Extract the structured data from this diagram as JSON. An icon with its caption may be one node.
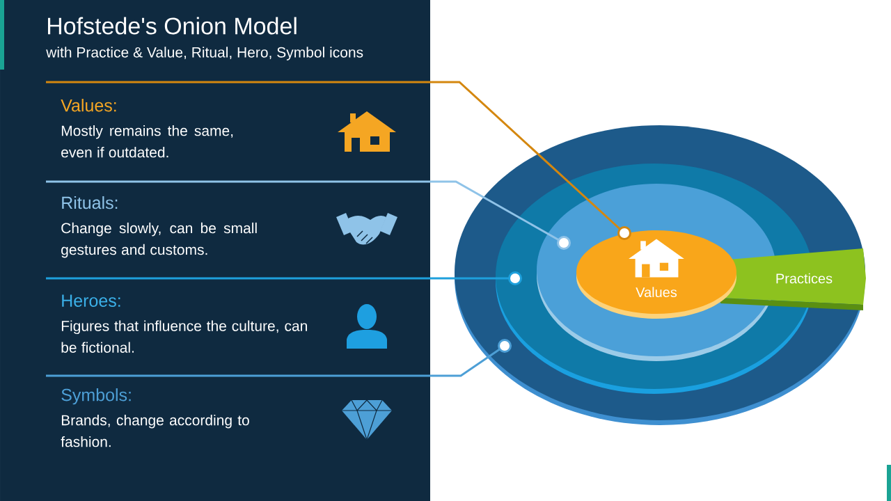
{
  "diagram": {
    "title": "Hofstede's Onion Model",
    "nodes": [
      {
        "text": [
          "Values:",
          "Mostly remains the same, even if outdated."
        ]
      },
      {
        "text": [
          "Rituals:",
          "Change slowly, can be small gestures and customs."
        ]
      },
      {
        "text": [
          "Heroes:",
          "Figures that influence the culture, can be fictional."
        ]
      },
      {
        "text": [
          "Symbols:",
          "Brands, change according to fashion."
        ]
      },
      {
        "text": [],
        "shape": "ellipse"
      },
      {
        "text": [],
        "shape": "ellipse",
        "in": 4
      },
      {
        "text": [],
        "shape": "ellipse",
        "in": 5
      },
      {
        "text": [
          "Values"
        ],
        "in": 6
      },
      {
        "text": [
          "Practices"
        ],
        "in": 4
      }
    ],
    "edges": [
      {
        "from": 0,
        "to": 7,
        "arrow": "other",
        "color": "#d4870f"
      },
      {
        "from": 1,
        "to": 6,
        "arrow": "other",
        "color": "#8fc3e8"
      },
      {
        "from": 2,
        "to": 5,
        "arrow": "other",
        "color": "#1ea0dc"
      },
      {
        "from": 3,
        "to": 4,
        "arrow": "other",
        "color": "#4d9fd6"
      }
    ],
    "labels": [
      "with Practice & Value, Ritual, Hero, Symbol icons"
    ]
  }
}
